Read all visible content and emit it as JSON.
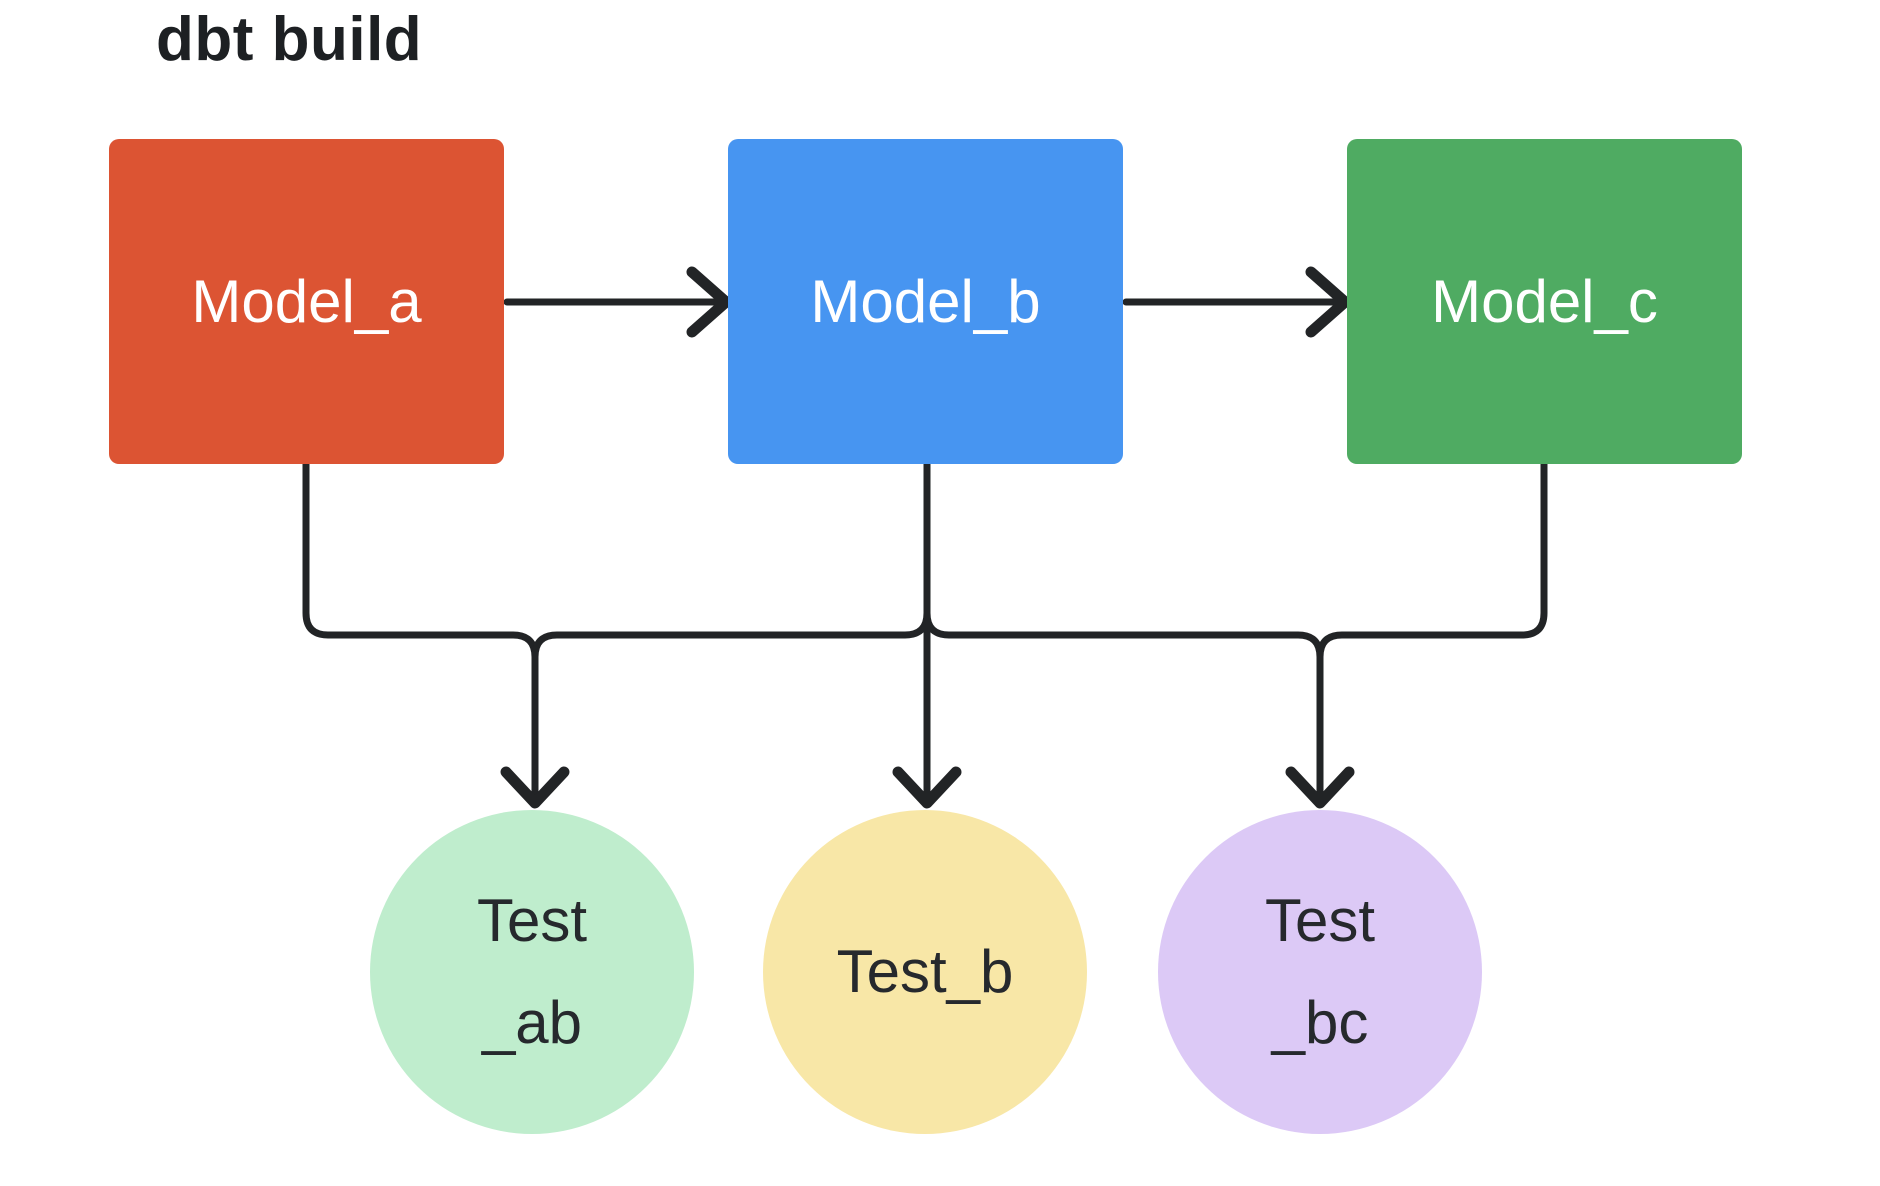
{
  "title": "dbt build",
  "models": [
    {
      "id": "model_a",
      "label": "Model_a",
      "color": "#DC5433"
    },
    {
      "id": "model_b",
      "label": "Model_b",
      "color": "#4795F1"
    },
    {
      "id": "model_c",
      "label": "Model_c",
      "color": "#4FAB62"
    }
  ],
  "tests": [
    {
      "id": "test_ab",
      "label_lines": [
        "Test",
        "_ab"
      ],
      "color": "#BFEDCD"
    },
    {
      "id": "test_b",
      "label_lines": [
        "Test_b"
      ],
      "color": "#F8E7A7"
    },
    {
      "id": "test_bc",
      "label_lines": [
        "Test",
        "_bc"
      ],
      "color": "#DCC9F6"
    }
  ],
  "edges": [
    {
      "from": "Model_a",
      "to": "Model_b",
      "type": "arrow"
    },
    {
      "from": "Model_b",
      "to": "Model_c",
      "type": "arrow"
    },
    {
      "from": "Model_a",
      "to": "Test_ab",
      "type": "arrow"
    },
    {
      "from": "Model_b",
      "to": "Test_ab",
      "type": "arrow"
    },
    {
      "from": "Model_b",
      "to": "Test_b",
      "type": "arrow"
    },
    {
      "from": "Model_b",
      "to": "Test_bc",
      "type": "arrow"
    },
    {
      "from": "Model_c",
      "to": "Test_bc",
      "type": "arrow"
    }
  ],
  "colors": {
    "background": "#ffffff",
    "line": "#222426",
    "title_text": "#1d2023",
    "model_text": "#ffffff",
    "test_text": "#26292d"
  }
}
